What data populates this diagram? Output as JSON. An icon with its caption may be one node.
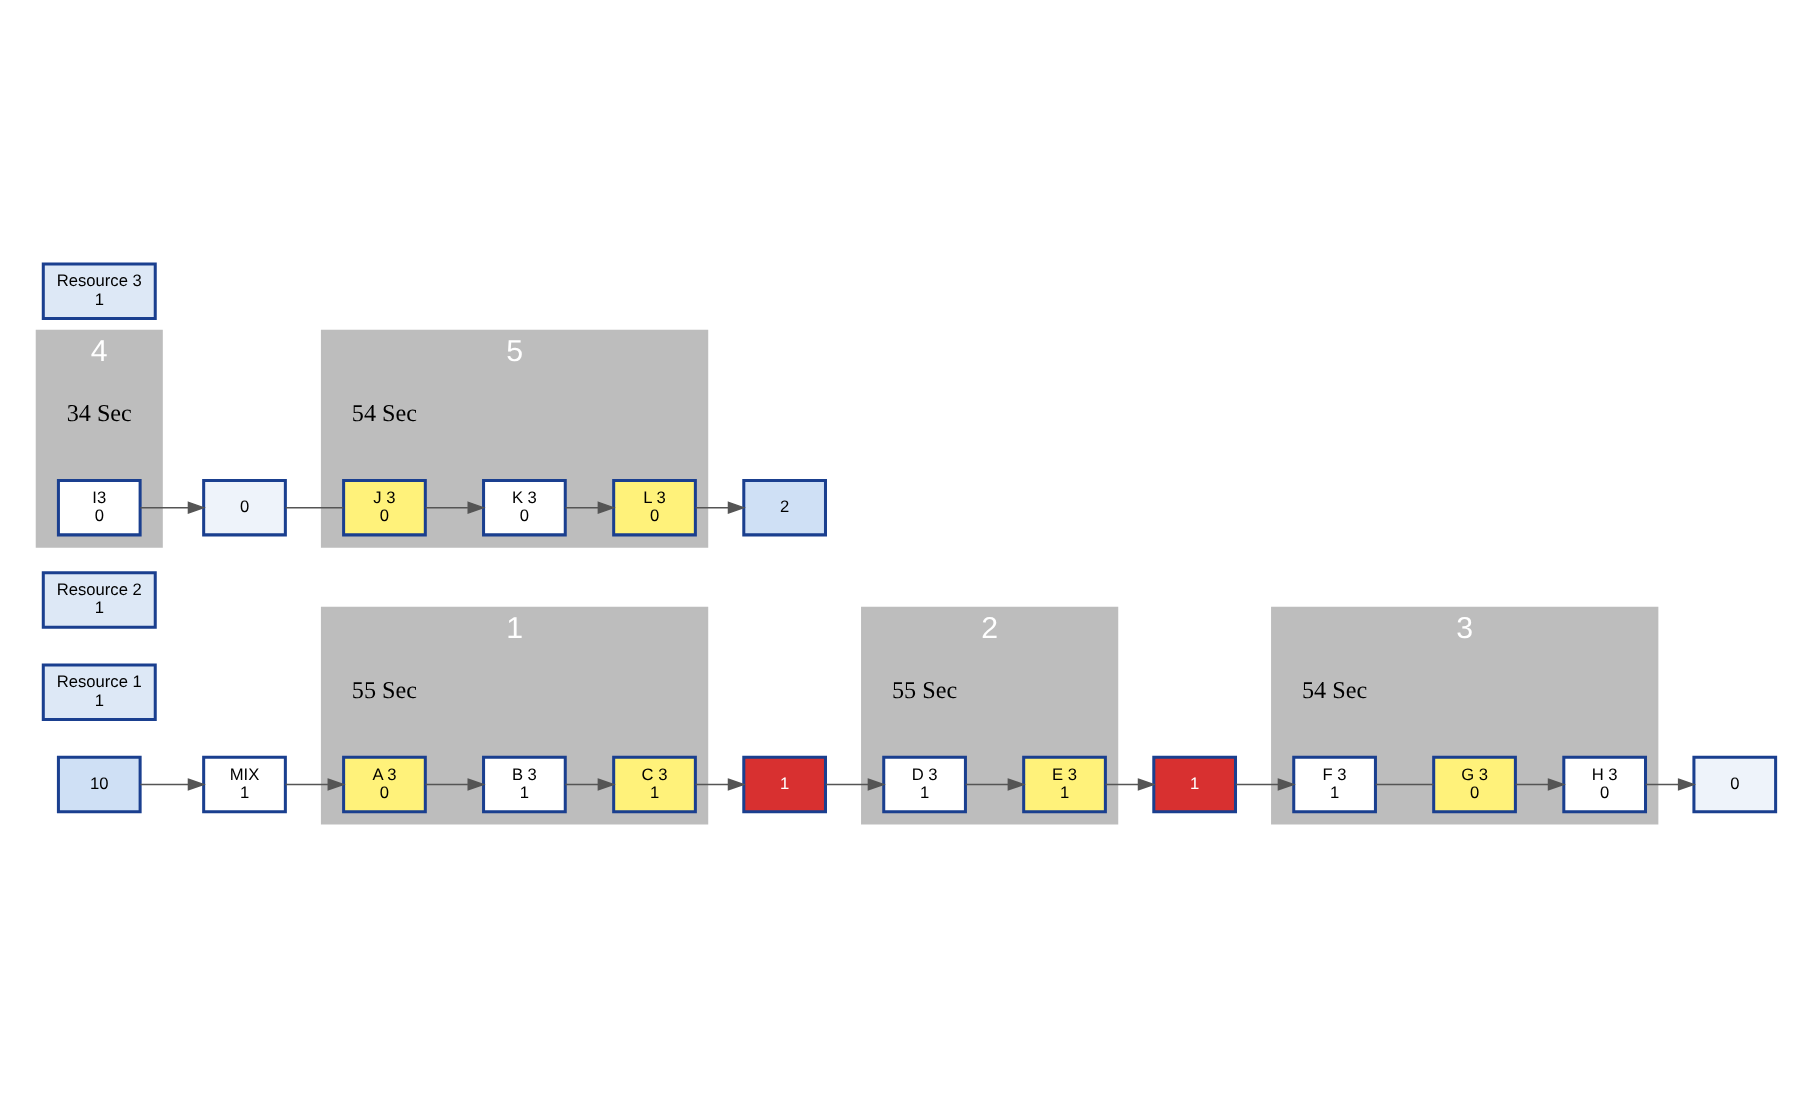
{
  "diagram": {
    "nodes": [
      {
        "text": [
          "10"
        ]
      },
      {
        "text": [
          "MIX",
          "1"
        ]
      },
      {
        "text": [
          "1"
        ],
        "beside": [
          "55 Sec"
        ]
      },
      {
        "text": [
          "A 3",
          "0"
        ],
        "in": 2
      },
      {
        "text": [
          "B 3",
          "1"
        ],
        "in": 2
      },
      {
        "text": [
          "C 3",
          "1"
        ],
        "in": 2
      },
      {
        "text": [
          "Resource 1",
          "1"
        ]
      },
      {
        "text": [
          "1"
        ]
      },
      {
        "text": [
          "2"
        ],
        "beside": [
          "55 Sec"
        ]
      },
      {
        "text": [
          "D 3",
          "1"
        ],
        "in": 8
      },
      {
        "text": [
          "E 3",
          "1"
        ],
        "in": 8
      },
      {
        "text": [
          "1"
        ]
      },
      {
        "text": [
          "Resource 2",
          "1"
        ]
      },
      {
        "text": [
          "3"
        ],
        "beside": [
          "54 Sec"
        ]
      },
      {
        "text": [
          "F 3",
          "1"
        ],
        "in": 13
      },
      {
        "text": [
          "G 3",
          "0"
        ],
        "in": 13
      },
      {
        "text": [
          "H 3",
          "0"
        ],
        "in": 13
      },
      {
        "text": [
          "0"
        ]
      },
      {
        "text": [
          "4"
        ],
        "beside": [
          "34 Sec"
        ]
      },
      {
        "text": [
          "I3",
          "0"
        ],
        "in": 18
      },
      {
        "text": [
          "0"
        ]
      },
      {
        "text": [
          "5"
        ],
        "beside": [
          "54 Sec"
        ]
      },
      {
        "text": [
          "J 3",
          "0"
        ],
        "in": 21
      },
      {
        "text": [
          "K 3",
          "0"
        ],
        "in": 21
      },
      {
        "text": [
          "L 3",
          "0"
        ],
        "in": 21
      },
      {
        "text": [
          "Resource 3",
          "1"
        ]
      },
      {
        "text": [
          "2"
        ]
      }
    ],
    "edges": [
      {
        "from": 0,
        "to": 1,
        "arrow": "to"
      },
      {
        "from": 1,
        "to": 3,
        "arrow": "to"
      },
      {
        "from": 3,
        "to": 4,
        "arrow": "to"
      },
      {
        "from": 4,
        "to": 5,
        "arrow": "to"
      },
      {
        "from": 5,
        "to": 7,
        "arrow": "to"
      },
      {
        "from": 7,
        "to": 9,
        "arrow": "to"
      },
      {
        "from": 9,
        "to": 10,
        "arrow": "to"
      },
      {
        "from": 10,
        "to": 11,
        "arrow": "to"
      },
      {
        "from": 11,
        "to": 14,
        "arrow": "to"
      },
      {
        "from": 14,
        "to": 15,
        "arrow": "none"
      },
      {
        "from": 15,
        "to": 16,
        "arrow": "to"
      },
      {
        "from": 16,
        "to": 17,
        "arrow": "to"
      },
      {
        "from": 19,
        "to": 20,
        "arrow": "to"
      },
      {
        "from": 20,
        "to": 22,
        "arrow": "none"
      },
      {
        "from": 22,
        "to": 23,
        "arrow": "to"
      },
      {
        "from": 23,
        "to": 24,
        "arrow": "to"
      },
      {
        "from": 24,
        "to": 26,
        "arrow": "to"
      }
    ]
  }
}
